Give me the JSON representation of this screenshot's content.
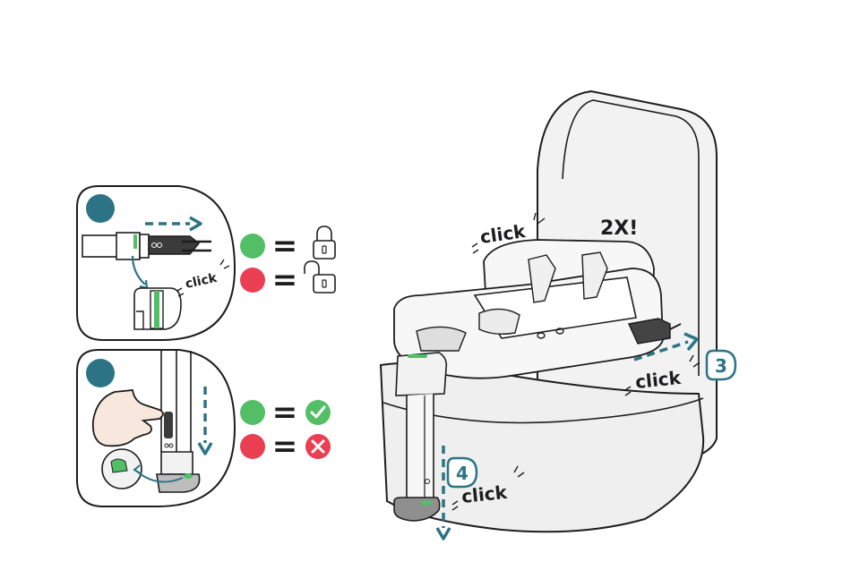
{
  "labels": {
    "click_left_panel": "click",
    "click_seat_top": "click",
    "twice": "2X!",
    "click_rail": "click",
    "click_leg": "click",
    "step_3": "3",
    "step_4": "4"
  },
  "legend": {
    "equals": "="
  },
  "icons": {
    "locked": "padlock-closed-icon",
    "unlocked": "padlock-open-icon",
    "correct": "checkmark-icon",
    "wrong": "cross-icon"
  },
  "colors": {
    "teal": "#2c7485",
    "green": "#52be66",
    "red": "#ea3e53",
    "line": "#1d1d1f",
    "skin": "#f7e7dc",
    "seat_fill": "#f2f2f2",
    "body_fill": "#efefef"
  }
}
